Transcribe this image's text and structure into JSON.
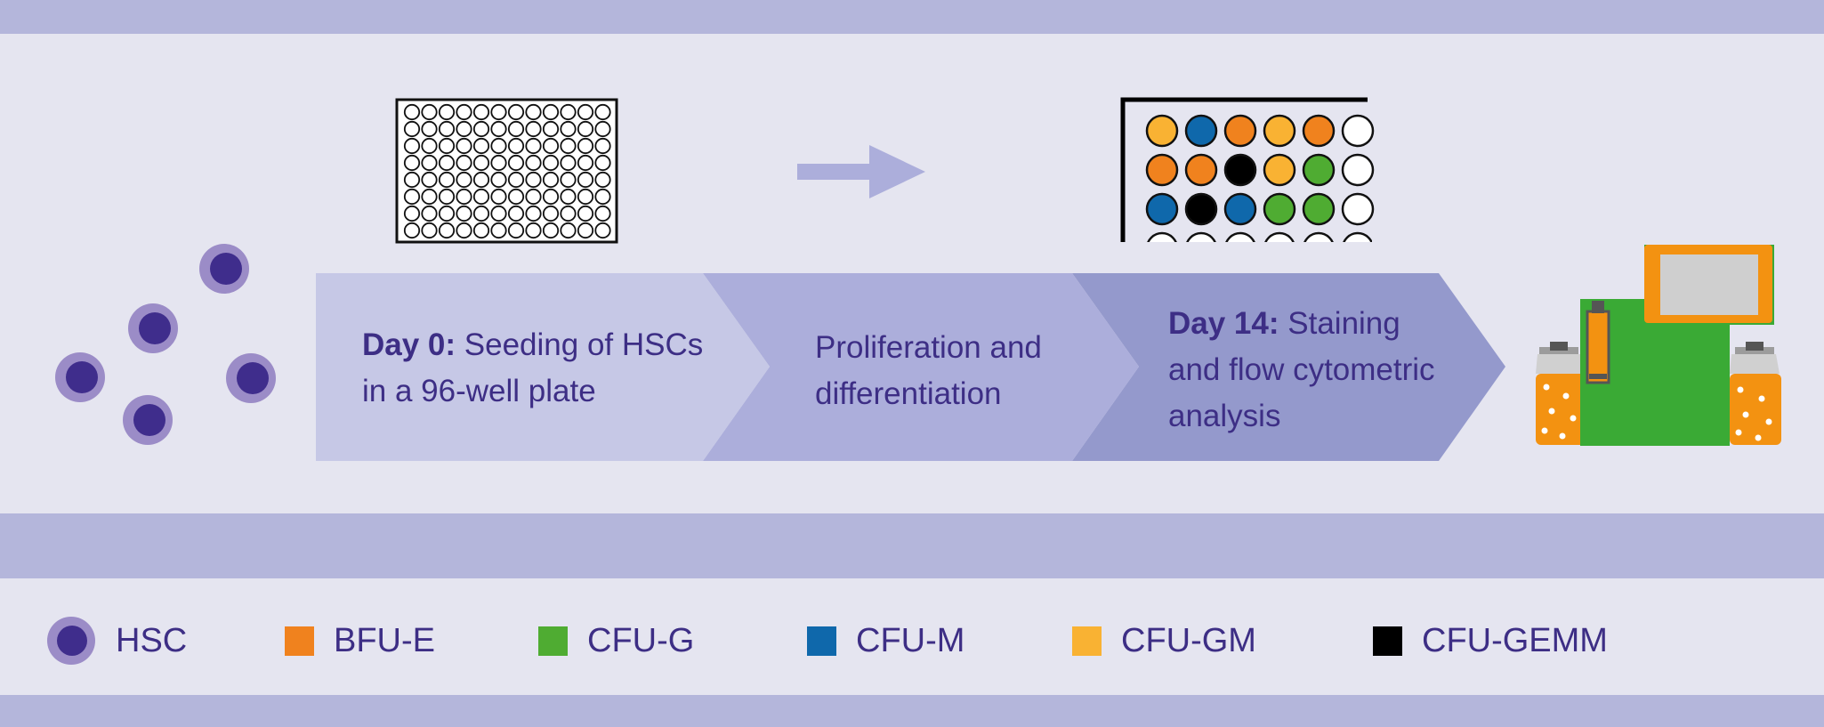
{
  "colors": {
    "band": "#b4b6db",
    "background": "#e5e5f0",
    "text": "#3d2e85",
    "hsc_outer": "#9b8cc7",
    "hsc_inner": "#3f2d8c",
    "arrow1": "#c6c8e6",
    "arrow2": "#acaedb",
    "arrow3": "#9499cc",
    "BFU-E": "#f0821e",
    "CFU-G": "#4fac32",
    "CFU-M": "#0f68ab",
    "CFU-GM": "#f9b233",
    "CFU-GEMM": "#000000"
  },
  "steps": [
    {
      "bold": "Day 0:",
      "lines": [
        " Seeding of HSCs",
        "in a 96-well plate"
      ]
    },
    {
      "bold": "",
      "lines": [
        "Proliferation and",
        "differentiation"
      ]
    },
    {
      "bold": "Day 14:",
      "lines": [
        " Staining",
        "and flow cytometric",
        "analysis"
      ]
    }
  ],
  "result_plate_wells": [
    [
      "CFU-GM",
      "CFU-M",
      "BFU-E",
      "CFU-GM",
      "BFU-E",
      "empty"
    ],
    [
      "BFU-E",
      "BFU-E",
      "CFU-GEMM",
      "CFU-GM",
      "CFU-G",
      "empty"
    ],
    [
      "CFU-M",
      "CFU-GEMM",
      "CFU-M",
      "CFU-G",
      "CFU-G",
      "empty"
    ]
  ],
  "legend": [
    {
      "label": "HSC",
      "icon": "hsc-cell-icon"
    },
    {
      "label": "BFU-E",
      "color": "#f0821e"
    },
    {
      "label": "CFU-G",
      "color": "#4fac32"
    },
    {
      "label": "CFU-M",
      "color": "#0f68ab"
    },
    {
      "label": "CFU-GM",
      "color": "#f9b233"
    },
    {
      "label": "CFU-GEMM",
      "color": "#000000"
    }
  ]
}
